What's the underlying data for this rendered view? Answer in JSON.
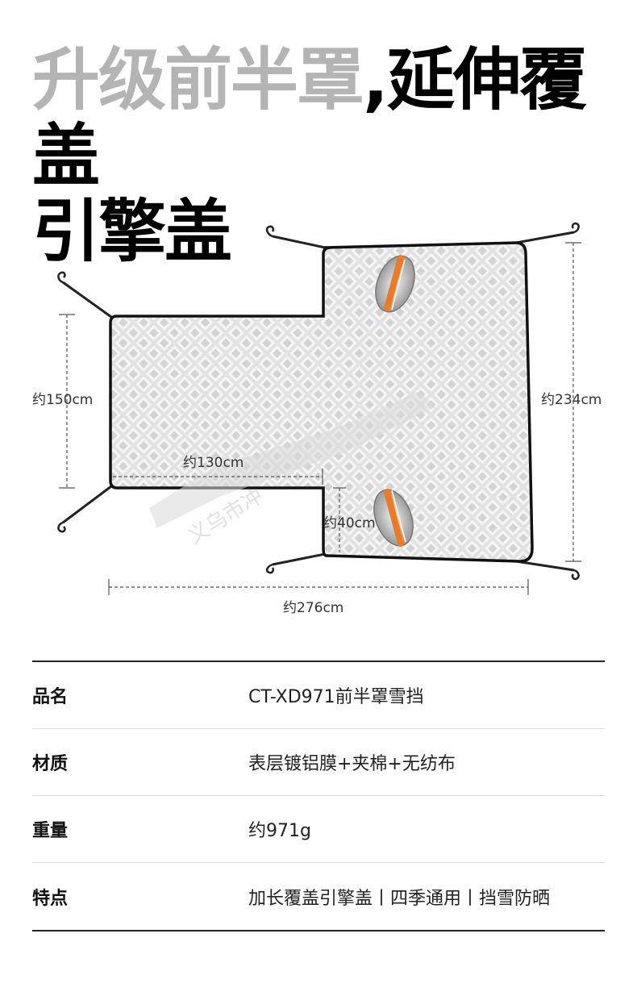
{
  "headline": {
    "part1": "升级前半罩",
    "separator": ",",
    "part2": "延伸覆盖",
    "line2": "引擎盖"
  },
  "diagram": {
    "watermark": "义乌市冲",
    "dim_150": "约150cm",
    "dim_234": "约234cm",
    "dim_130": "约130cm",
    "dim_40": "约40cm",
    "dim_276": "约276cm"
  },
  "specs": [
    {
      "label": "品名",
      "value": "CT-XD971前半罩雪挡"
    },
    {
      "label": "材质",
      "value": "表层镀铝膜+夹棉+无纺布"
    },
    {
      "label": "重量",
      "value": "约971g"
    },
    {
      "label": "特点",
      "value": "加长覆盖引擎盖丨四季通用丨挡雪防晒"
    }
  ],
  "colors": {
    "accent_orange": "#f07a24",
    "outline": "#111111",
    "fabric_grey": "#dcdcdc"
  }
}
